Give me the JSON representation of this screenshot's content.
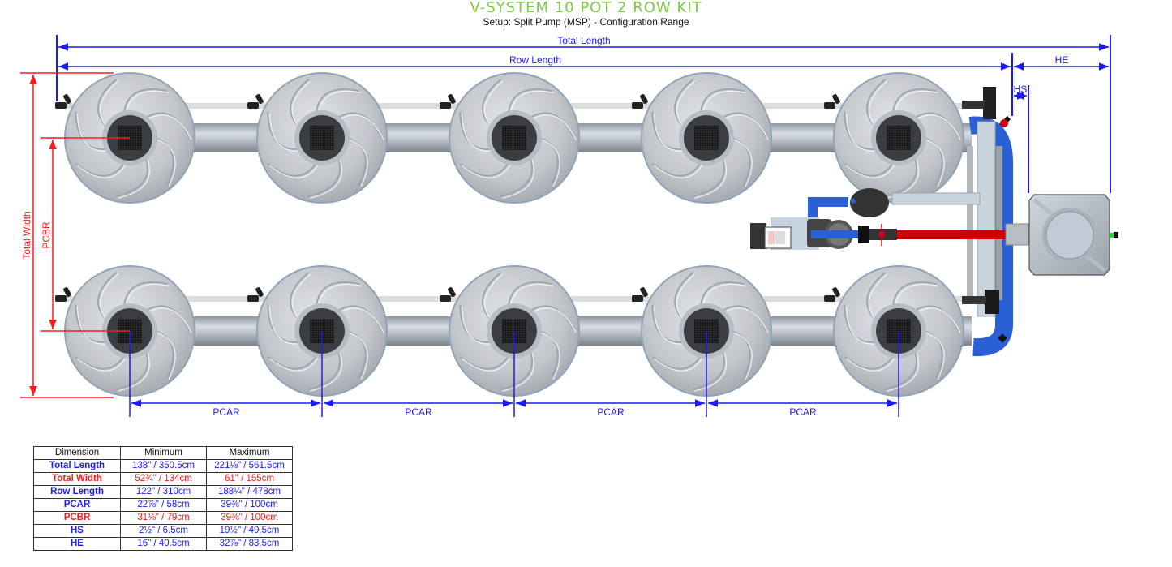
{
  "header": {
    "title": "V-SYSTEM 10 POT 2 ROW KIT",
    "subtitle": "Setup: Split Pump (MSP) - Configuration Range"
  },
  "colors": {
    "title_green": "#7ac943",
    "dim_blue": "#1a1aff",
    "dim_red": "#ff1a1a",
    "pipe_blue": "#2a5fd6",
    "feed_red": "#cc0000"
  },
  "diagram": {
    "labels": {
      "total_length": "Total Length",
      "row_length": "Row Length",
      "he": "HE",
      "hs": "HS",
      "total_width": "Total Width",
      "pcbr": "PCBR",
      "pcar": [
        "PCAR",
        "PCAR",
        "PCAR",
        "PCAR"
      ]
    },
    "rows": [
      {
        "name": "top-row",
        "pots": 5
      },
      {
        "name": "bottom-row",
        "pots": 5
      }
    ],
    "components": [
      "pot",
      "flex-hose",
      "drain-valve",
      "blue-manifold",
      "pump",
      "feed-line",
      "reservoir-tank"
    ]
  },
  "table": {
    "headers": [
      "Dimension",
      "Minimum",
      "Maximum"
    ],
    "rows": [
      {
        "name": "Total Length",
        "min": "138\" / 350.5cm",
        "max": "221⅛\" / 561.5cm",
        "color": "blue"
      },
      {
        "name": "Total Width",
        "min": "52¾\" / 134cm",
        "max": "61\" / 155cm",
        "color": "red"
      },
      {
        "name": "Row Length",
        "min": "122\" / 310cm",
        "max": "188¼\" / 478cm",
        "color": "blue"
      },
      {
        "name": "PCAR",
        "min": "22⅞\" / 58cm",
        "max": "39⅜\" / 100cm",
        "color": "blue"
      },
      {
        "name": "PCBR",
        "min": "31⅛\" / 79cm",
        "max": "39⅜\" / 100cm",
        "color": "red"
      },
      {
        "name": "HS",
        "min": "2½\" / 6.5cm",
        "max": "19½\" / 49.5cm",
        "color": "blue"
      },
      {
        "name": "HE",
        "min": "16\" / 40.5cm",
        "max": "32⅞\" / 83.5cm",
        "color": "blue"
      }
    ]
  }
}
